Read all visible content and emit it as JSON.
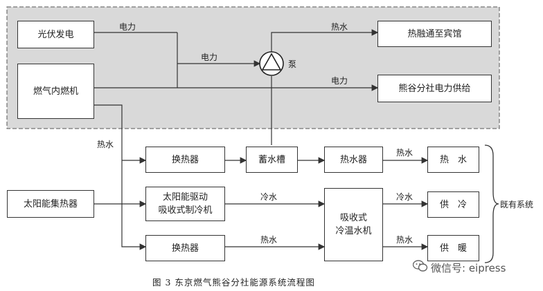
{
  "components": {
    "pv": "光伏发电",
    "gas_engine": "燃气内燃机",
    "pump_label": "泵",
    "hotel": "热融通至宾馆",
    "power_supply": "熊谷分社电力供给",
    "hx_top": "换热器",
    "storage": "蓄水槽",
    "water_heater": "热水器",
    "hot_water_out": "热　水",
    "solar_collector": "太阳能集热器",
    "solar_chiller_line1": "太阳能驱动",
    "solar_chiller_line2": "吸收式制冷机",
    "absorption_line1": "吸收式",
    "absorption_line2": "冷温水机",
    "cooling_out": "供　冷",
    "hx_bottom": "换热器",
    "heating_out": "供　暖",
    "existing_system": "既有系统"
  },
  "flow_labels": {
    "power_pv": "电力",
    "power_pump": "电力",
    "power_supply": "电力",
    "hot_water_hotel": "热水",
    "hot_water_engine": "热水",
    "hot_water_heater": "热水",
    "cold_water_chiller": "冷水",
    "cold_water_out": "冷水",
    "hot_water_bottom": "热水",
    "hot_water_heating": "热水"
  },
  "caption": "图 3  东京燃气熊谷分社能源系统流程图",
  "watermark": "微信号: eipress"
}
